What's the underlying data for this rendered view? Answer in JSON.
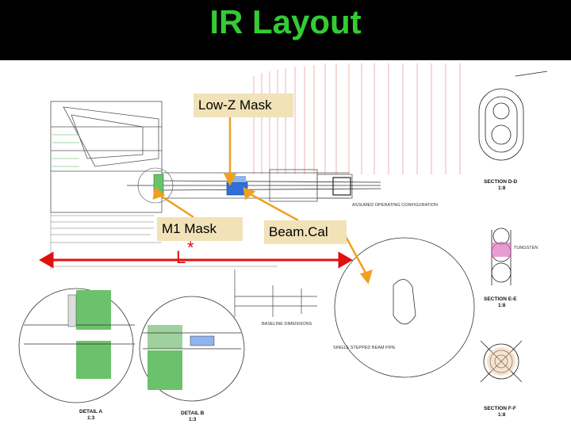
{
  "slide": {
    "title": "IR Layout"
  },
  "callouts": {
    "lowz_mask": "Low-Z Mask",
    "m1_mask": "M1 Mask",
    "beamcal": "Beam.Cal",
    "length_marker": "L",
    "ip_marker": "*"
  },
  "sections": {
    "section_d": "SECTION D-D",
    "section_d_scale": "1:8",
    "section_e": "SECTION E-E",
    "section_e_scale": "1:8",
    "section_f": "SECTION F-F",
    "section_f_scale": "1:8",
    "detail_a": "DETAIL A",
    "detail_a_scale": "1:3",
    "detail_b": "DETAIL B",
    "detail_b_scale": "1:3"
  },
  "annotations": {
    "config_1": "ASSUMED OPERATING CONFIGURATION",
    "tungsten": "TUNGSTEN",
    "baseline": "BASELINE DIMENSIONS",
    "beam_pipe": "SINGLE STEPPED BEAM PIPE"
  },
  "colors": {
    "title_bg": "#000000",
    "title_text": "#33cc33",
    "callout_bg": "#f1e2b8",
    "arrow_orange": "#f0a020",
    "arrow_red": "#e01010",
    "lowz_fill": "#2f6fd6",
    "green_detail": "#4caf50",
    "pink_mask": "#e070c0"
  }
}
